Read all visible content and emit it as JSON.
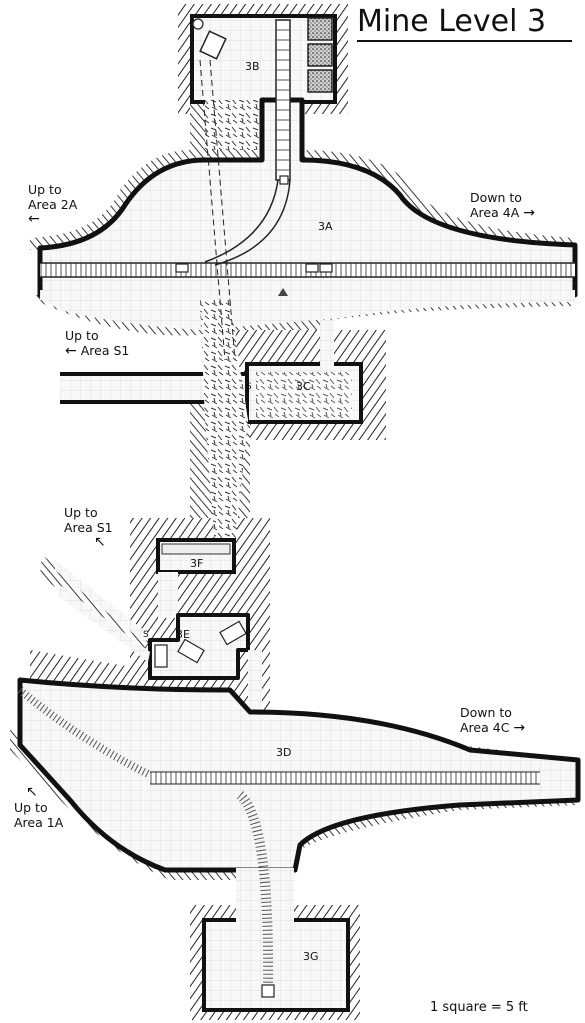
{
  "title": "Mine Level 3",
  "scale": "1 square = 5 ft",
  "exits": {
    "up_2a_line1": "Up to",
    "up_2a_line2": "Area 2A",
    "down_4a_line1": "Down to",
    "down_4a_line2": "Area 4A",
    "up_s1a_line1": "Up to",
    "up_s1a_line2": "Area S1",
    "up_s1b_line1": "Up to",
    "up_s1b_line2": "Area S1",
    "down_4c_line1": "Down to",
    "down_4c_line2": "Area 4C",
    "up_1a_line1": "Up to",
    "up_1a_line2": "Area 1A"
  },
  "arrows": {
    "left": "←",
    "right": "→",
    "up_left": "↖"
  },
  "rooms": {
    "r3a": "3A",
    "r3b": "3B",
    "r3c": "3C",
    "r3d": "3D",
    "r3e": "3E",
    "r3f": "3F",
    "r3g": "3G"
  },
  "secret_doors": {
    "s1": "S",
    "s2": "S"
  },
  "colors": {
    "wall": "#111111",
    "floor": "#f7f7f7",
    "grid": "#d9d9d9",
    "rock_hatch": "#222222"
  }
}
